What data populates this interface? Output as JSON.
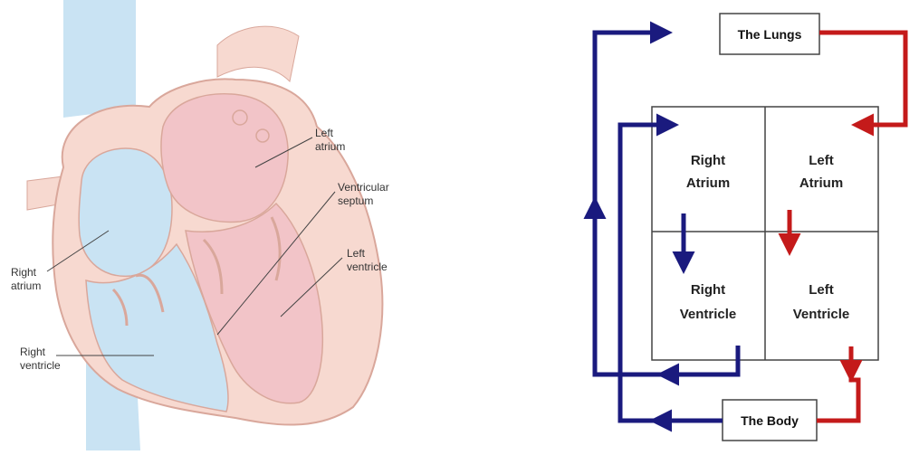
{
  "anatomy": {
    "labels": {
      "left_atrium": [
        "Left",
        "atrium"
      ],
      "ventricular_septum": [
        "Ventricular",
        "septum"
      ],
      "left_ventricle": [
        "Left",
        "ventricle"
      ],
      "right_atrium": [
        "Right",
        "atrium"
      ],
      "right_ventricle": [
        "Right",
        "ventricle"
      ]
    }
  },
  "flow": {
    "lungs_label": "The Lungs",
    "body_label": "The Body",
    "chambers": {
      "right_atrium": [
        "Right",
        "Atrium"
      ],
      "left_atrium": [
        "Left",
        "Atrium"
      ],
      "right_ventricle": [
        "Right",
        "Ventricle"
      ],
      "left_ventricle": [
        "Left",
        "Ventricle"
      ]
    }
  },
  "colors": {
    "deoxygenated": "#1a1a7e",
    "oxygenated": "#c41a1a",
    "right_heart_fill": "#c9e3f3",
    "left_heart_fill": "#f2c4c8",
    "heart_wall": "#f7d9d0",
    "vessel_blue": "#bfdcef"
  }
}
